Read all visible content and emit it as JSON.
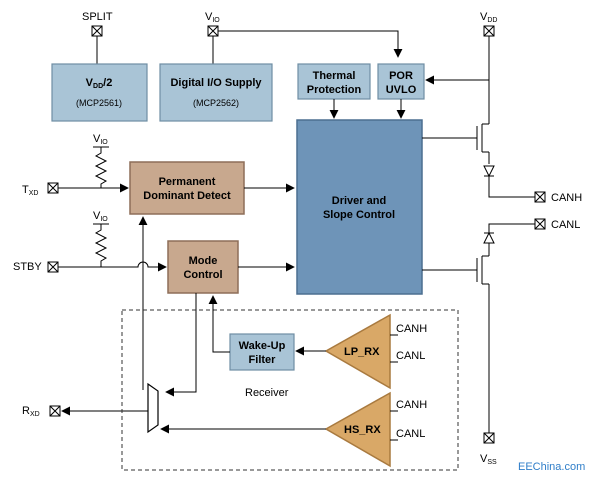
{
  "pins": {
    "split": "SPLIT",
    "vio_top": {
      "main": "V",
      "sub": "IO"
    },
    "vdd": {
      "main": "V",
      "sub": "DD"
    },
    "vss": {
      "main": "V",
      "sub": "SS"
    },
    "txd": {
      "main": "T",
      "sub": "XD"
    },
    "stby": "STBY",
    "rxd": {
      "main": "R",
      "sub": "XD"
    },
    "canh_out": "CANH",
    "canl_out": "CANL",
    "vio_pullup1": {
      "main": "V",
      "sub": "IO"
    },
    "vio_pullup2": {
      "main": "V",
      "sub": "IO"
    }
  },
  "blocks": {
    "vdd2": {
      "main": "V",
      "sub": "DD",
      "rest": "/2",
      "note": "(MCP2561)"
    },
    "digital_io": {
      "title": "Digital I/O Supply",
      "note": "(MCP2562)"
    },
    "thermal": {
      "line1": "Thermal",
      "line2": "Protection"
    },
    "por": {
      "line1": "POR",
      "line2": "UVLO"
    },
    "driver": {
      "line1": "Driver and",
      "line2": "Slope Control"
    },
    "pdd": {
      "line1": "Permanent",
      "line2": "Dominant Detect"
    },
    "mode": {
      "line1": "Mode",
      "line2": "Control"
    },
    "wakeup": {
      "line1": "Wake-Up",
      "line2": "Filter"
    },
    "lp_rx": {
      "label": "LP_RX",
      "in1": "CANH",
      "in2": "CANL"
    },
    "hs_rx": {
      "label": "HS_RX",
      "in1": "CANH",
      "in2": "CANL"
    }
  },
  "receiver_label": "Receiver",
  "watermark": "EEChina.com"
}
